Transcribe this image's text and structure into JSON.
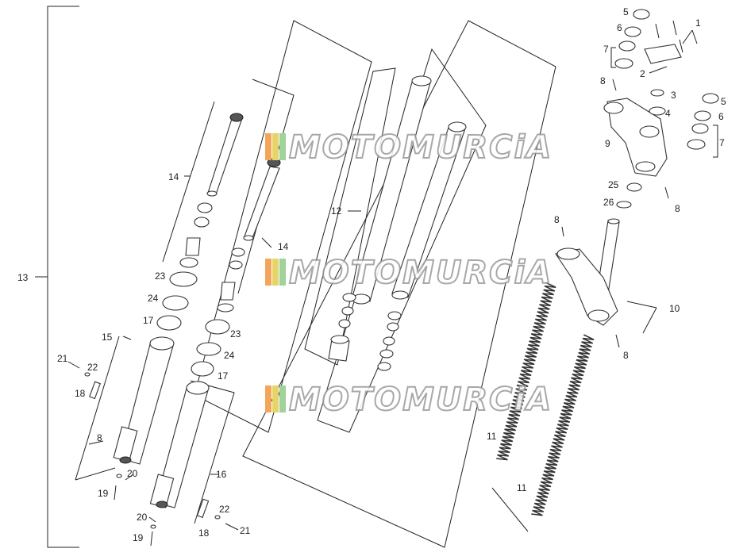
{
  "watermark": {
    "text": "MOTOMURCiA",
    "colors": [
      "#f2a65a",
      "#e8d36a",
      "#9fd39a"
    ]
  },
  "callouts": {
    "c1": "1",
    "c2": "2",
    "c3": "3",
    "c4": "4",
    "c5a": "5",
    "c5b": "5",
    "c6a": "6",
    "c6b": "6",
    "c7a": "7",
    "c7b": "7",
    "c8a": "8",
    "c8b": "8",
    "c8c": "8",
    "c8d": "8",
    "c8e": "8",
    "c9": "9",
    "c10": "10",
    "c11a": "11",
    "c11b": "11",
    "c12": "12",
    "c13": "13",
    "c14a": "14",
    "c14b": "14",
    "c15": "15",
    "c16": "16",
    "c17a": "17",
    "c17b": "17",
    "c18a": "18",
    "c18b": "18",
    "c19a": "19",
    "c19b": "19",
    "c20a": "20",
    "c20b": "20",
    "c21a": "21",
    "c21b": "21",
    "c22a": "22",
    "c22b": "22",
    "c23a": "23",
    "c23b": "23",
    "c24a": "24",
    "c24b": "24",
    "c25": "25",
    "c26": "26"
  }
}
